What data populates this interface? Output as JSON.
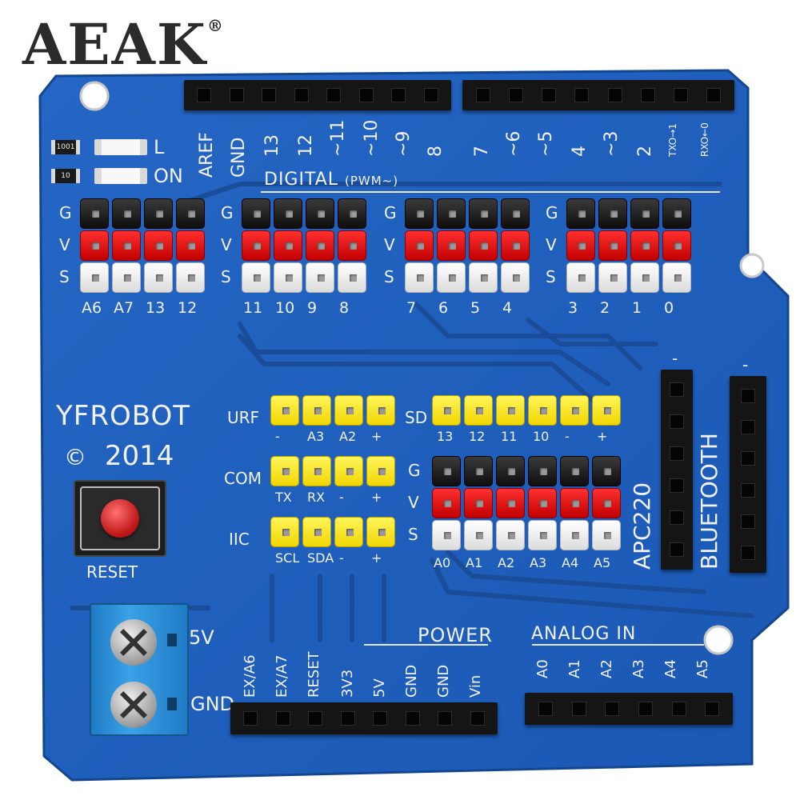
{
  "brand": {
    "name": "AEAK",
    "registered": "®"
  },
  "board": {
    "maker": "YFROBOT",
    "copyright_symbol": "©",
    "year": "2014",
    "colors": {
      "pcb": "#1f5fbf",
      "silk": "#f2f2f2",
      "terminal": "#2a8fd6"
    },
    "top_header_labels": [
      "AREF",
      "GND",
      "13",
      "12",
      "~11",
      "~10",
      "~9",
      "8",
      "7",
      "~6",
      "~5",
      "4",
      "~3",
      "2",
      "TXO→1",
      "RXO←0"
    ],
    "digital_label": "DIGITAL",
    "pwm_label": "(PWM~)",
    "led_labels": [
      "L",
      "ON"
    ],
    "resistor_codes": [
      "1001",
      "10"
    ],
    "gvs_rows": [
      "G",
      "V",
      "S"
    ],
    "digital_groups": [
      {
        "pins": [
          "A6",
          "A7",
          "13",
          "12"
        ]
      },
      {
        "pins": [
          "11",
          "10",
          "9",
          "8"
        ]
      },
      {
        "pins": [
          "7",
          "6",
          "5",
          "4"
        ]
      },
      {
        "pins": [
          "3",
          "2",
          "1",
          "0"
        ]
      }
    ],
    "urf": {
      "label": "URF",
      "pins": [
        "-",
        "A3",
        "A2",
        "+"
      ]
    },
    "com": {
      "label": "COM",
      "pins": [
        "TX",
        "RX",
        "-",
        "+"
      ]
    },
    "iic": {
      "label": "IIC",
      "pins": [
        "SCL",
        "SDA",
        "-",
        "+"
      ]
    },
    "sd": {
      "label": "SD",
      "pins": [
        "13",
        "12",
        "11",
        "10",
        "-",
        "+"
      ]
    },
    "analog_block": {
      "rows": [
        "G",
        "V",
        "S"
      ],
      "pins": [
        "A0",
        "A1",
        "A2",
        "A3",
        "A4",
        "A5"
      ]
    },
    "apc_label": "APC220",
    "bluetooth_label": "BLUETOOTH",
    "dash_marks": [
      "-",
      "-"
    ],
    "reset_label": "RESET",
    "terminal_labels": [
      "5V",
      "GND"
    ],
    "power_title": "POWER",
    "power_pins": [
      "EX/A6",
      "EX/A7",
      "RESET",
      "3V3",
      "5V",
      "GND",
      "GND",
      "Vin"
    ],
    "analog_in_title": "ANALOG IN",
    "analog_in_pins": [
      "A0",
      "A1",
      "A2",
      "A3",
      "A4",
      "A5"
    ]
  }
}
